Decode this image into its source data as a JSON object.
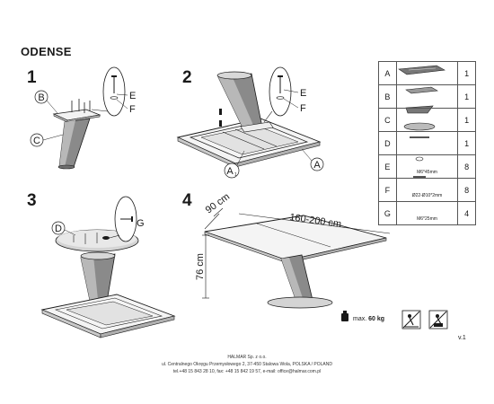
{
  "title": "ODENSE",
  "steps": [
    {
      "number": "1",
      "labels": [
        "B",
        "C",
        "E",
        "F"
      ]
    },
    {
      "number": "2",
      "labels": [
        "E",
        "F",
        "A",
        "A"
      ],
      "subscript": "1"
    },
    {
      "number": "3",
      "labels": [
        "D",
        "G"
      ]
    },
    {
      "number": "4"
    }
  ],
  "dimensions": {
    "width": "90 cm",
    "length": "160-200 cm",
    "height": "76 cm"
  },
  "parts": [
    {
      "letter": "A",
      "qty": "1",
      "spec": "",
      "icon": "table-top-icon"
    },
    {
      "letter": "B",
      "qty": "1",
      "spec": "",
      "icon": "mounting-plate-icon"
    },
    {
      "letter": "C",
      "qty": "1",
      "spec": "",
      "icon": "pedestal-leg-icon"
    },
    {
      "letter": "D",
      "qty": "1",
      "spec": "",
      "icon": "base-plate-icon"
    },
    {
      "letter": "E",
      "qty": "8",
      "spec": "M6*45mm",
      "icon": "bolt-icon"
    },
    {
      "letter": "F",
      "qty": "8",
      "spec": "Ø22-Ø10*2mm",
      "icon": "washer-icon"
    },
    {
      "letter": "G",
      "qty": "4",
      "spec": "M6*25mm",
      "icon": "screw-icon"
    }
  ],
  "weight": {
    "label": "max.",
    "value": "60 kg"
  },
  "version": "v.1",
  "footer": {
    "company": "HALMAR Sp. z o.o.",
    "address": "ul. Centralnego Okręgu Przemysłowego 2, 37-450 Stalowa Wola, POLSKA / POLAND",
    "contact": "tel.+48 15 843 28 10, fax: +48 15 842 19 57, e-mail: office@halmar.com.pl"
  },
  "colors": {
    "line": "#1a1a1a",
    "fill_gray": "#dcdcdc",
    "leg_dark": "#8a8a8a",
    "border": "#555555"
  }
}
